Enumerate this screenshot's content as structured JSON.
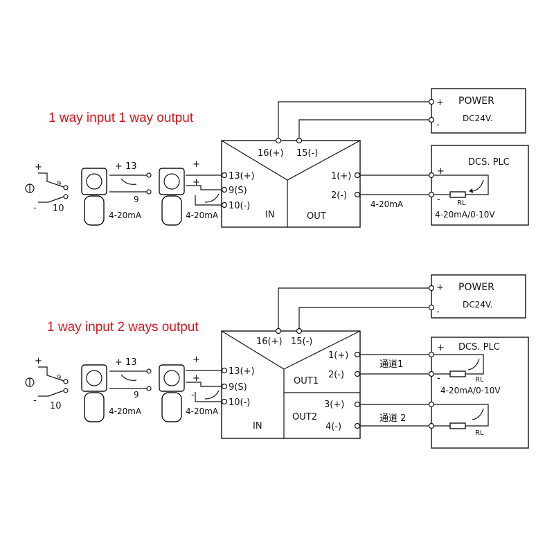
{
  "diagrams": [
    {
      "title": "1 way input 1 way output",
      "power": {
        "label": "POWER",
        "voltage": "DC24V.",
        "plus": "+",
        "minus": "-"
      },
      "top_terms": {
        "t16": "16(+)",
        "t15": "15(-)"
      },
      "inputs": {
        "t13": "13(+)",
        "t9s": "9(S)",
        "t10": "10(-)",
        "section": "IN"
      },
      "outputs": [
        {
          "t_plus": "1(+)",
          "t_minus": "2(-)",
          "section": "OUT"
        }
      ],
      "signal_label": "4-20mA",
      "dcs": {
        "label": "DCS. PLC",
        "plus": "+",
        "minus": "-",
        "rl": "RL",
        "range": "4-20mA/0-10V"
      },
      "sensors": {
        "source": {
          "plus": "+",
          "minus": "-",
          "t9": "9",
          "t10": "10"
        },
        "two_wire": {
          "plus": "+ 13",
          "t9": "9",
          "signal": "4-20mA"
        },
        "three_wire": {
          "plus": "+",
          "plus2": "+",
          "minus": "-",
          "signal": "4-20mA"
        }
      }
    },
    {
      "title": "1 way input 2 ways output",
      "power": {
        "label": "POWER",
        "voltage": "DC24V.",
        "plus": "+",
        "minus": "-"
      },
      "top_terms": {
        "t16": "16(+)",
        "t15": "15(-)"
      },
      "inputs": {
        "t13": "13(+)",
        "t9s": "9(S)",
        "t10": "10(-)",
        "section": "IN"
      },
      "outputs": [
        {
          "t_plus": "1(+)",
          "t_minus": "2(-)",
          "section": "OUT1",
          "channel": "通道1"
        },
        {
          "t_plus": "3(+)",
          "t_minus": "4(-)",
          "section": "OUT2",
          "channel": "通道 2"
        }
      ],
      "dcs": {
        "label": "DCS. PLC",
        "plus": "+",
        "minus": "-",
        "rl": "RL",
        "rl2": "RL",
        "range": "4-20mA/0-10V"
      },
      "sensors": {
        "source": {
          "plus": "+",
          "minus": "-",
          "t9": "9",
          "t10": "10"
        },
        "two_wire": {
          "plus": "+ 13",
          "t9": "9",
          "signal": "4-20mA"
        },
        "three_wire": {
          "plus": "+",
          "plus2": "+",
          "minus": "-",
          "signal": "4-20mA"
        }
      }
    }
  ],
  "icons": [
    "current-source-icon",
    "transmitter-icon",
    "loop-arrow-icon",
    "resistor-icon"
  ],
  "colors": {
    "title": "#d9141b",
    "line": "#111111"
  }
}
